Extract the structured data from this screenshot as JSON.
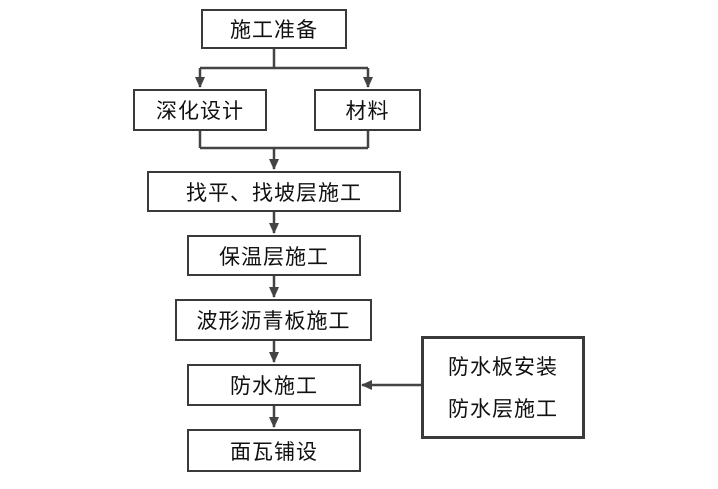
{
  "diagram": {
    "nodes": {
      "prep": "施工准备",
      "design": "深化设计",
      "material": "材料",
      "leveling": "找平、找坡层施工",
      "insulation": "保温层施工",
      "asphalt": "波形沥青板施工",
      "waterproof": "防水施工",
      "tile": "面瓦铺设",
      "side_line1": "防水板安装",
      "side_line2": "防水层施工"
    },
    "line_color": "#444444"
  }
}
